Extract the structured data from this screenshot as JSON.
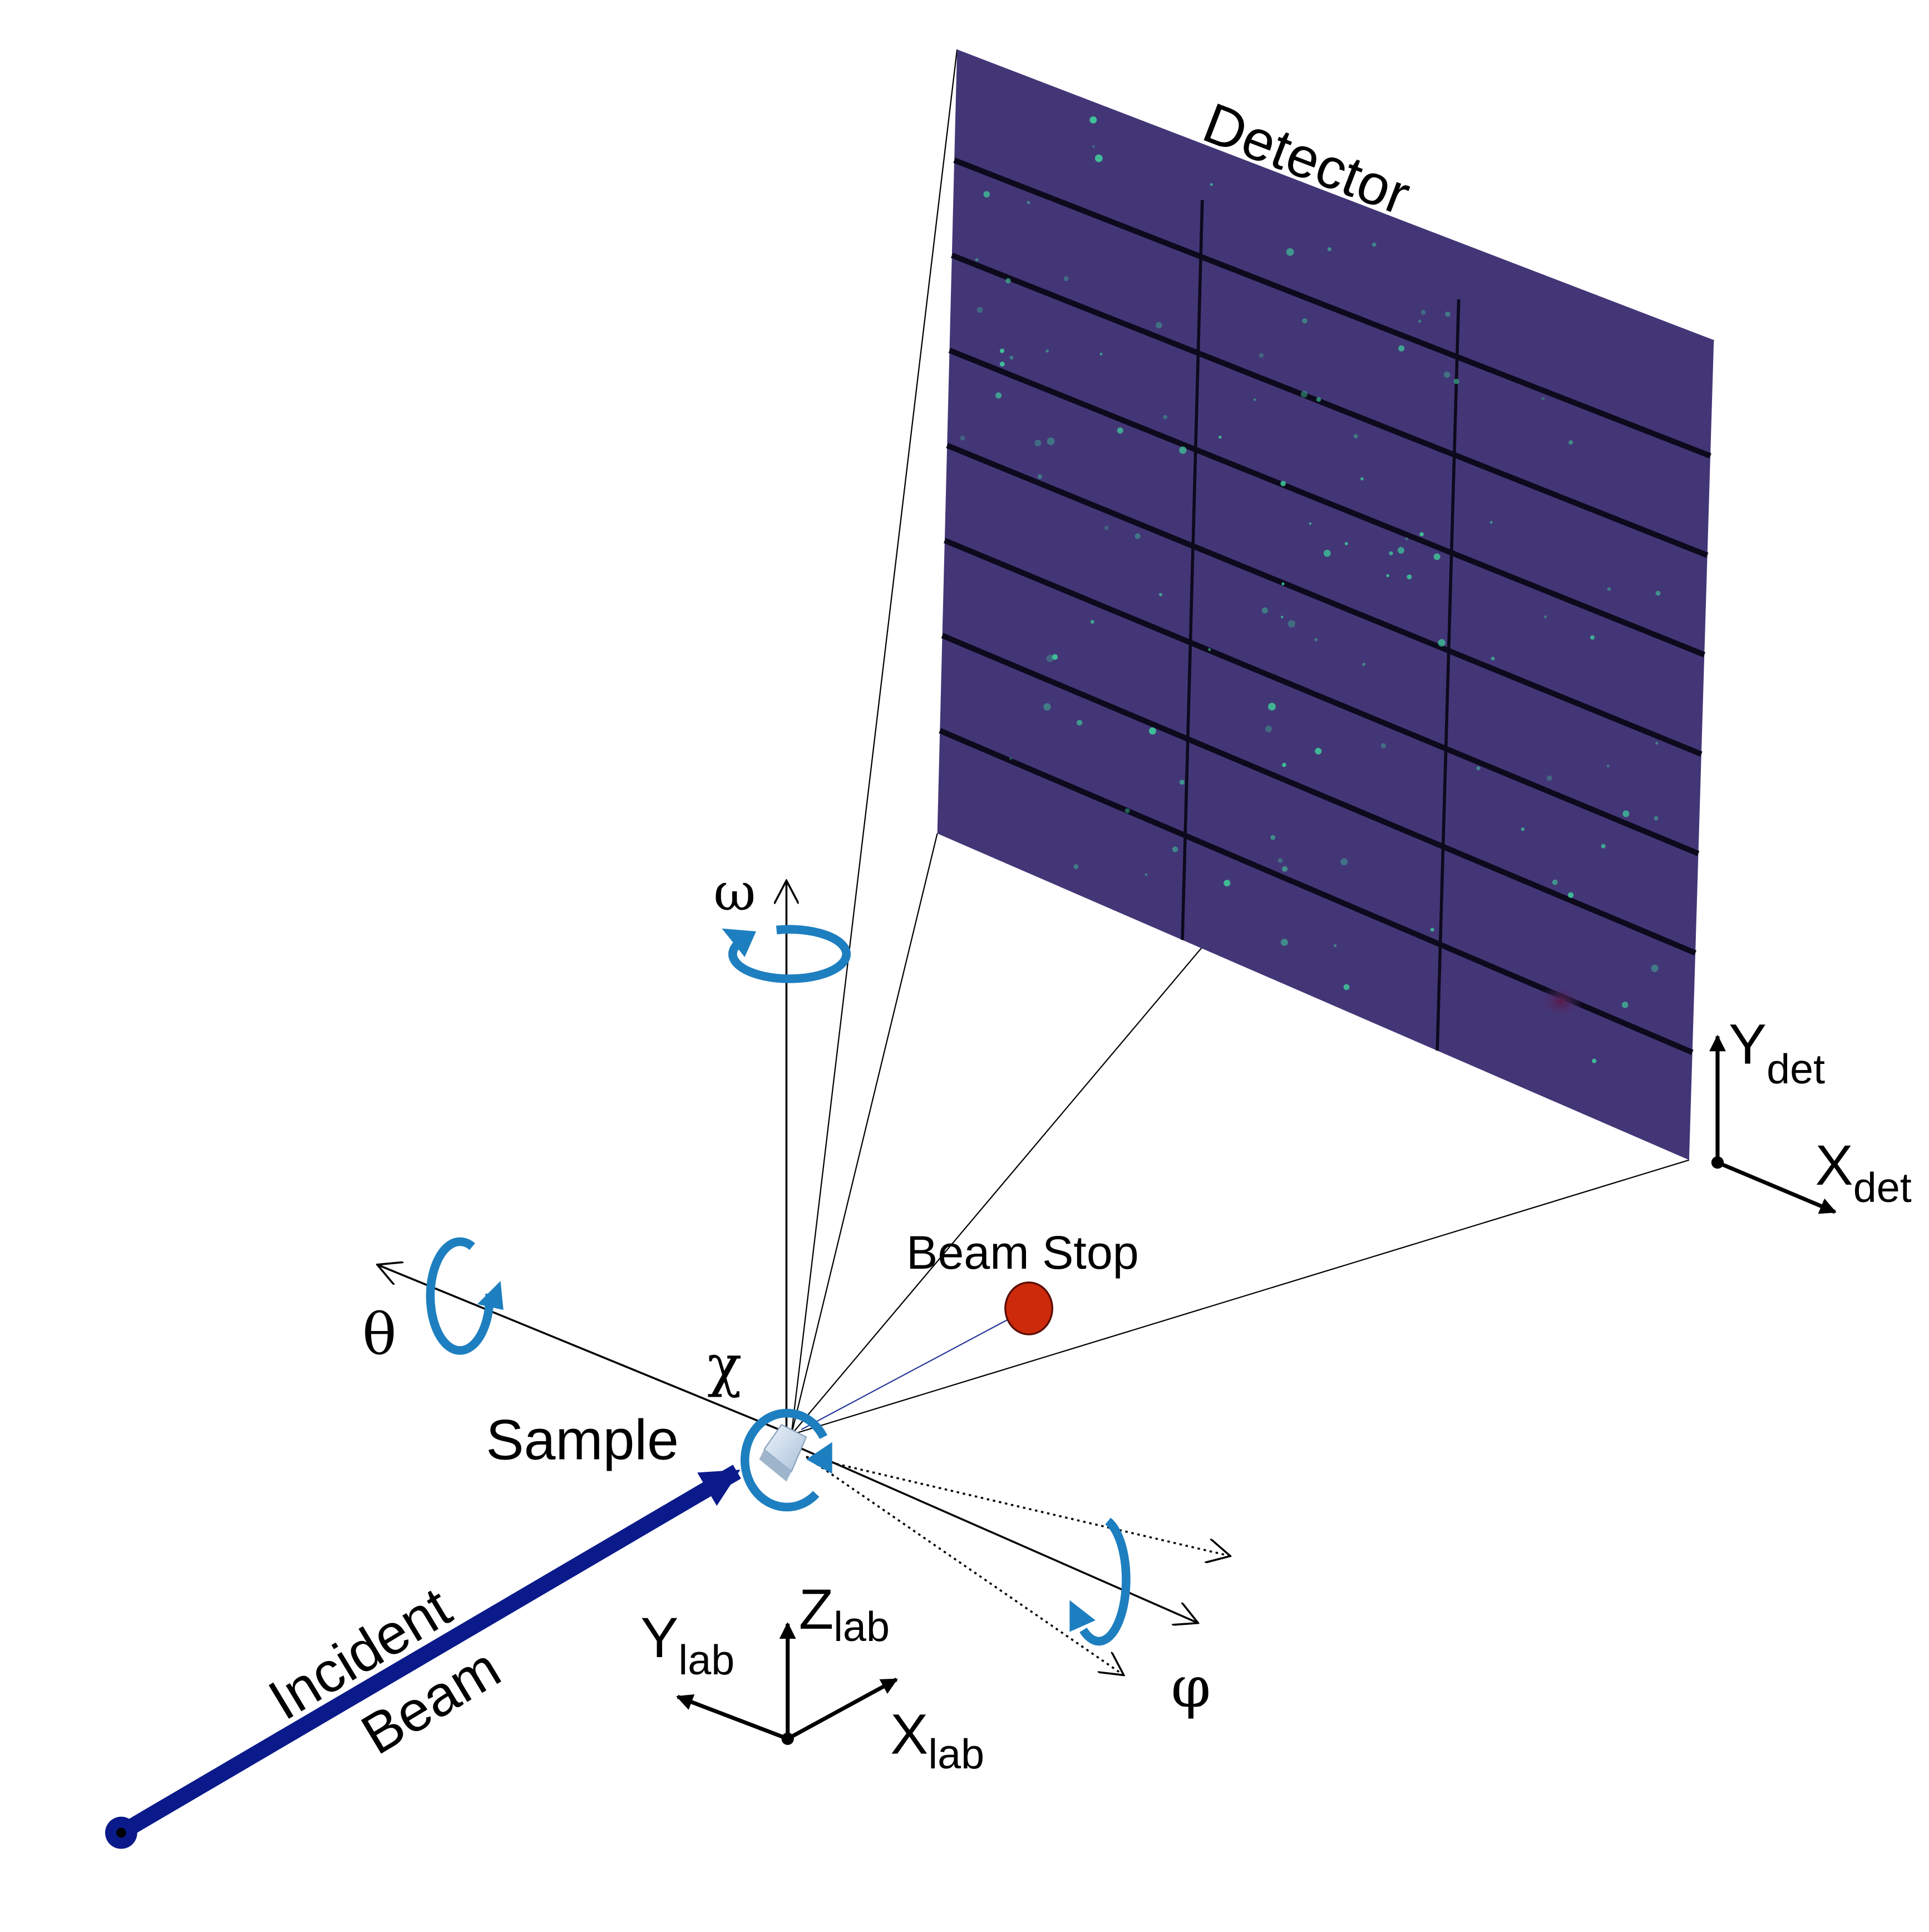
{
  "labels": {
    "detector": "Detector",
    "beam_stop": "Beam Stop",
    "sample": "Sample",
    "incident_beam_line1": "Incident",
    "incident_beam_line2": "Beam",
    "omega": "ω",
    "theta": "θ",
    "chi": "χ",
    "phi": "φ",
    "y_det_main": "Y",
    "y_det_sub": "det",
    "x_det_main": "X",
    "x_det_sub": "det",
    "z_lab_main": "Z",
    "z_lab_sub": "lab",
    "y_lab_main": "Y",
    "y_lab_sub": "lab",
    "x_lab_main": "X",
    "x_lab_sub": "lab"
  },
  "colors": {
    "detector_panel": "#433677",
    "detector_gap": "#0c0a1c",
    "diffraction_spot": "#3fcf9a",
    "rotation_arrow": "#1e7fc0",
    "incident_beam": "#0a1a8a",
    "beam_stop_fill": "#cc2a0a",
    "beam_stop_stroke": "#5a0d05",
    "sample_crystal": "#c8d8ea"
  },
  "icons": {
    "rotation": "circular-arrow-icon",
    "axis_end": "open-arrowhead-icon"
  }
}
